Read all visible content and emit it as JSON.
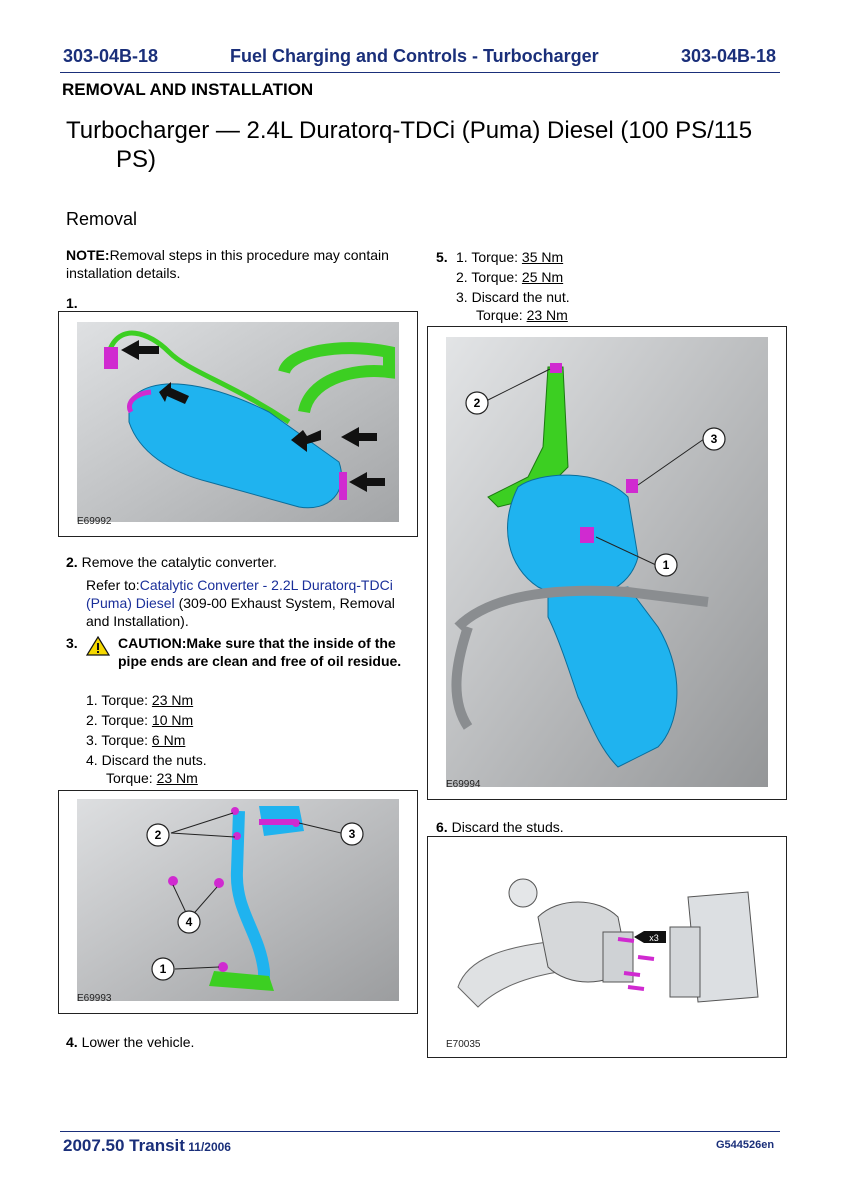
{
  "header": {
    "code_left": "303-04B-18",
    "title": "Fuel Charging and Controls - Turbocharger",
    "code_right": "303-04B-18"
  },
  "section": "REMOVAL AND INSTALLATION",
  "title_line1": "Turbocharger — 2.4L Duratorq-TDCi (Puma) Diesel (100 PS/115",
  "title_line2": "PS)",
  "subsection": "Removal",
  "note": {
    "label": "NOTE:",
    "text": "Removal steps in this procedure may contain installation details."
  },
  "steps": {
    "s1": {
      "num": "1.",
      "figure": "E69992"
    },
    "s2": {
      "num": "2.",
      "text": "Remove the catalytic converter.",
      "refer_prefix": "Refer to:",
      "link": "Catalytic Converter - 2.2L Duratorq-TDCi (Puma) Diesel",
      "refer_suffix": " (309-00 Exhaust System, Removal and Installation)."
    },
    "s3": {
      "num": "3.",
      "caution": "CAUTION:Make sure that the inside of the pipe ends are clean and free of oil residue.",
      "items": [
        {
          "n": "1.",
          "pre": "Torque: ",
          "val": "23 Nm",
          "extra": ""
        },
        {
          "n": "2.",
          "pre": "Torque: ",
          "val": "10 Nm",
          "extra": ""
        },
        {
          "n": "3.",
          "pre": "Torque: ",
          "val": "6 Nm",
          "extra": ""
        },
        {
          "n": "4.",
          "pre": "Torque: ",
          "val": "23 Nm",
          "extra": "Discard the nuts."
        }
      ],
      "figure": "E69993"
    },
    "s4": {
      "num": "4.",
      "text": "Lower the vehicle."
    },
    "s5": {
      "num": "5.",
      "items": [
        {
          "n": "1.",
          "pre": "Torque: ",
          "val": "35 Nm",
          "extra": ""
        },
        {
          "n": "2.",
          "pre": "Torque: ",
          "val": "25 Nm",
          "extra": ""
        },
        {
          "n": "3.",
          "pre": "Torque: ",
          "val": "23 Nm",
          "extra": "Discard the nut."
        }
      ],
      "figure": "E69994"
    },
    "s6": {
      "num": "6.",
      "text": "Discard the studs.",
      "figure": "E70035",
      "multiplier": "x3"
    }
  },
  "callouts": {
    "c1": "1",
    "c2": "2",
    "c3": "3",
    "c4": "4"
  },
  "footer": {
    "left": "2007.50 Transit",
    "date": " 11/2006",
    "right": "G544526en"
  },
  "colors": {
    "header_blue": "#1a2f7a",
    "part_cyan": "#1fb3ef",
    "part_green": "#33cc22",
    "part_magenta": "#d02ad0",
    "caution_yellow": "#f5d800"
  }
}
